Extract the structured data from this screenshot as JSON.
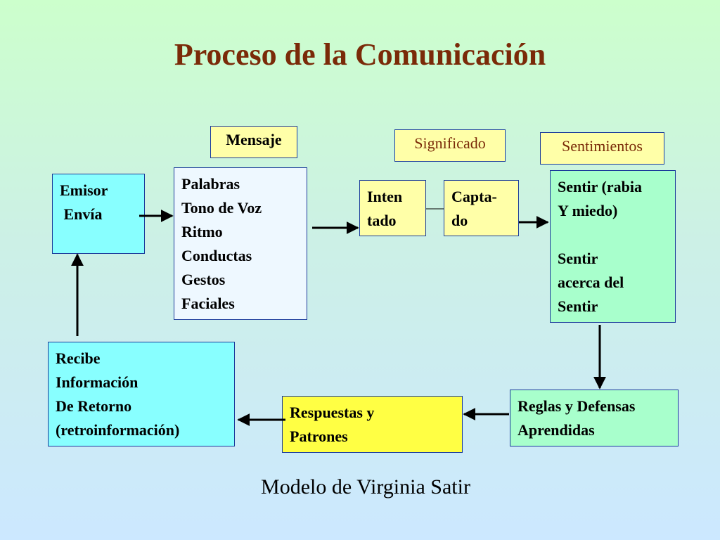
{
  "title": "Proceso de la Comunicación",
  "labels": {
    "mensaje": "Mensaje",
    "significado": "Significado",
    "sentimientos": "Sentimientos"
  },
  "boxes": {
    "emisor": "Emisor\n Envía",
    "mensaje_contenido": "Palabras\nTono de Voz\nRitmo\nConductas\nGestos\nFaciales",
    "intentado": "Inten\ntado",
    "captado": "Capta-\ndo",
    "sentir": "Sentir (rabia\nY miedo)\n\nSentir\nacerca del\nSentir",
    "reglas": "Reglas y Defensas\nAprendidas",
    "respuestas": "Respuestas y\nPatrones",
    "recibe": "Recibe\nInformación\nDe Retorno\n(retroinformación)"
  },
  "caption": "Modelo de Virginia Satir",
  "colors": {
    "title": "#7a2a08",
    "border": "#1a3a9a",
    "cyan": "#88ffff",
    "pale_yellow": "#ffffa8",
    "yellow": "#ffff44",
    "green": "#a8ffcc"
  }
}
